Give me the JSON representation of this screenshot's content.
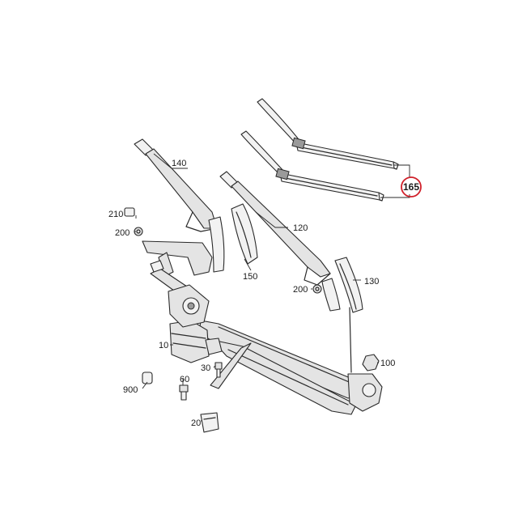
{
  "callouts": {
    "c10": "10",
    "c20": "20",
    "c30": "30",
    "c60": "60",
    "c100": "100",
    "c120": "120",
    "c130": "130",
    "c140": "140",
    "c150": "150",
    "c165": "165",
    "c200a": "200",
    "c200b": "200",
    "c210": "210",
    "c900": "900"
  },
  "highlight": {
    "callout": "165",
    "color": "#d0202a"
  }
}
